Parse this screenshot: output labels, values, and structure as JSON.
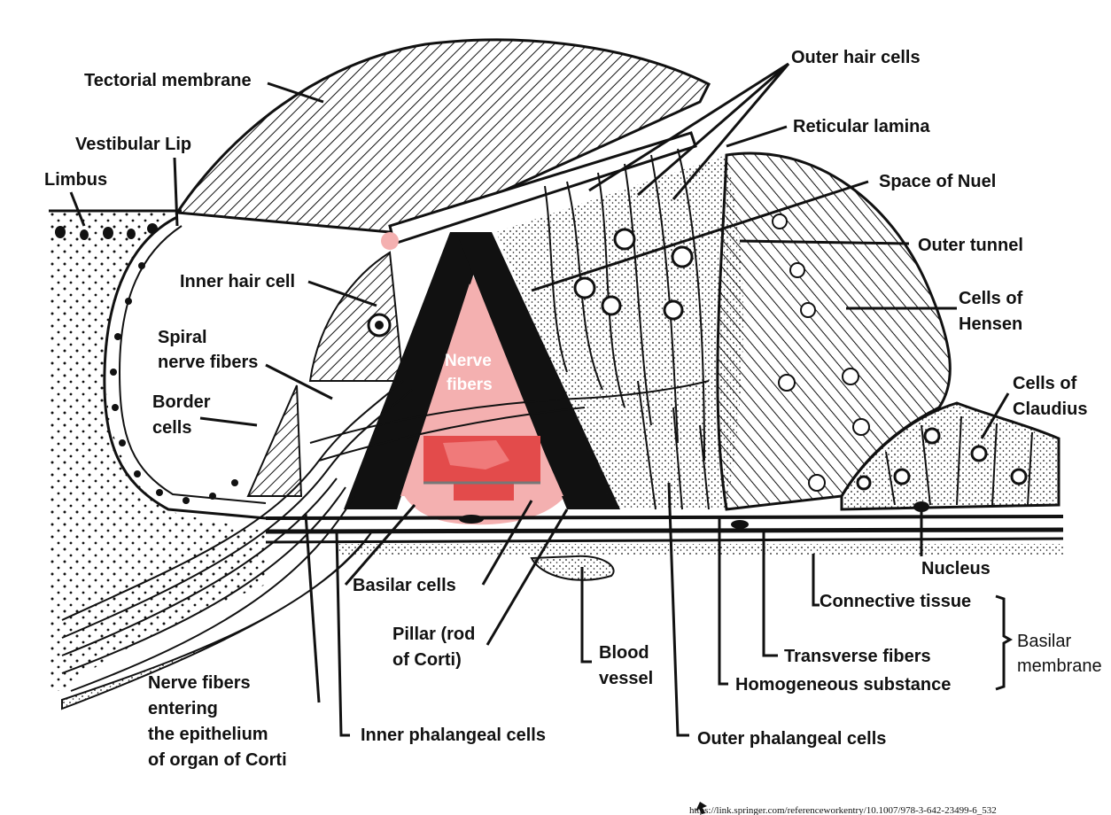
{
  "labels": {
    "tectorial_membrane": "Tectorial membrane",
    "vestibular_lip": "Vestibular Lip",
    "limbus": "Limbus",
    "inner_hair_cell": "Inner hair cell",
    "spiral_nerve_fibers_1": "Spiral",
    "spiral_nerve_fibers_2": "nerve fibers",
    "border_cells_1": "Border",
    "border_cells_2": "cells",
    "outer_hair_cells": "Outer hair cells",
    "reticular_lamina": "Reticular lamina",
    "space_of_nuel": "Space of Nuel",
    "outer_tunnel": "Outer tunnel",
    "cells_of_hensen_1": "Cells of",
    "cells_of_hensen_2": "Hensen",
    "cells_of_claudius_1": "Cells of",
    "cells_of_claudius_2": "Claudius",
    "nerve_fibers_center_1": "Nerve",
    "nerve_fibers_center_2": "fibers",
    "nucleus": "Nucleus",
    "basilar_cells": "Basilar cells",
    "connective_tissue": "Connective tissue",
    "pillar_1": "Pillar (rod",
    "pillar_2": "of Corti)",
    "blood_vessel_1": "Blood",
    "blood_vessel_2": "vessel",
    "transverse_fibers": "Transverse fibers",
    "homogeneous_substance": "Homogeneous substance",
    "basilar_membrane_1": "Basilar",
    "basilar_membrane_2": "membrane",
    "nerve_entering_1": "Nerve fibers",
    "nerve_entering_2": "entering",
    "nerve_entering_3": "the epithelium",
    "nerve_entering_4": "of organ of Corti",
    "inner_phalangeal_cells": "Inner phalangeal cells",
    "outer_phalangeal_cells": "Outer phalangeal cells"
  },
  "source_url": "https://link.springer.com/referenceworkentry/10.1007/978-3-642-23499-6_532",
  "colors": {
    "ink": "#111111",
    "highlight_pink": "#f4b0b0",
    "highlight_red": "#e34b4b",
    "highlight_red_light": "#f07a7a"
  }
}
